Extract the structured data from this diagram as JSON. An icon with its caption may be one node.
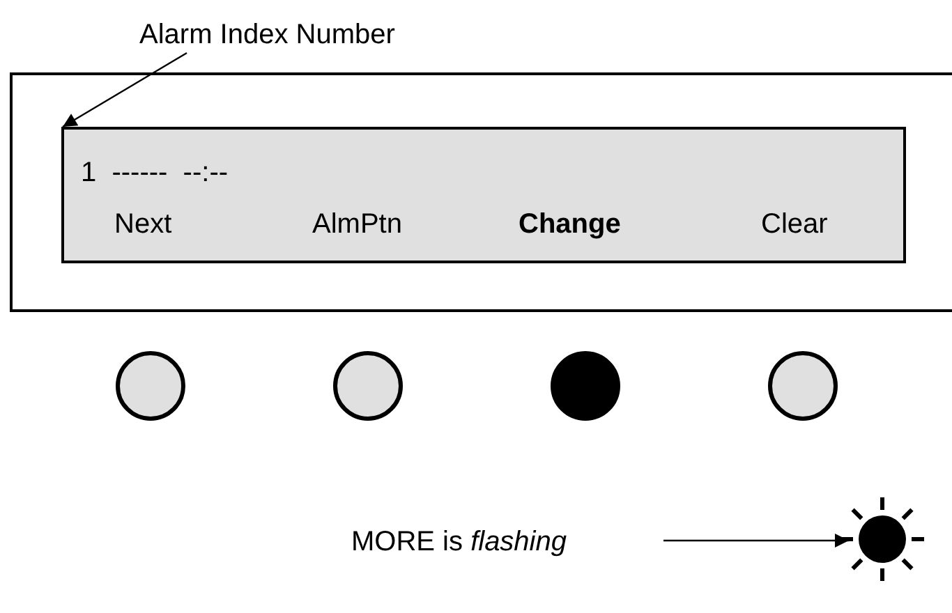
{
  "diagram": {
    "nodes": [
      {
        "text": [
          "Alarm Index Number"
        ]
      },
      {
        "text": [],
        "shape": "box"
      },
      {
        "text": [
          "1  ------  --:--",
          "Next",
          "AlmPtn",
          "Change",
          "Clear"
        ],
        "in": 1
      },
      {
        "text": [],
        "shape": "circle"
      },
      {
        "text": [],
        "shape": "circle"
      },
      {
        "text": [],
        "shape": "circle"
      },
      {
        "text": [],
        "shape": "circle"
      },
      {
        "text": [
          "MORE is *flashing*"
        ]
      },
      {
        "text": [],
        "shape": "circle"
      }
    ],
    "edges": [
      {
        "from": 0,
        "to": 2,
        "arrow": "to"
      },
      {
        "from": 7,
        "to": 8,
        "arrow": "to"
      }
    ]
  }
}
